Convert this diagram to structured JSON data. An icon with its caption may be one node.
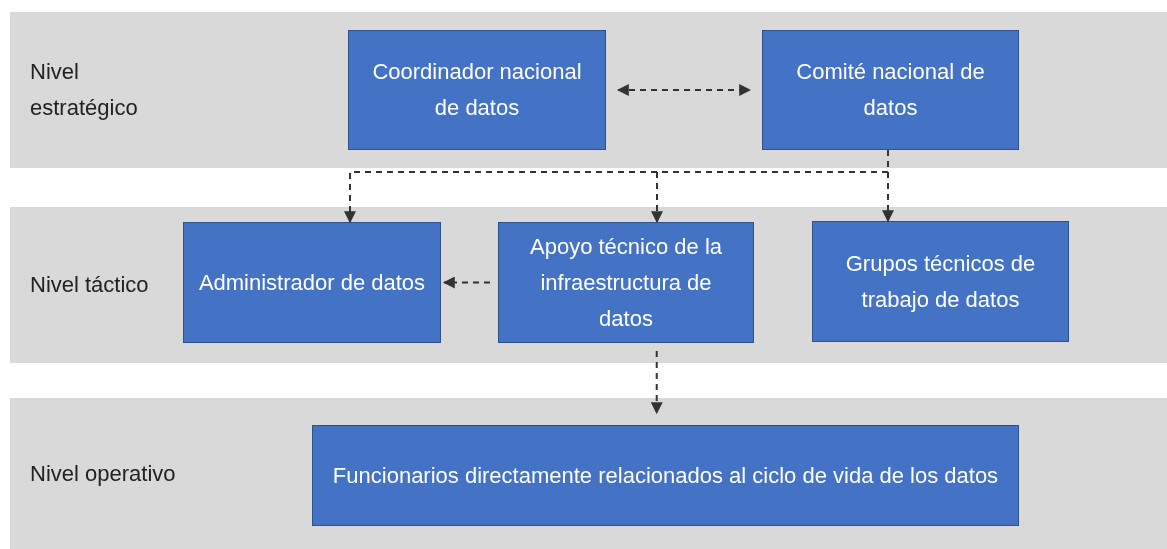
{
  "diagram": {
    "nodes": [
      {
        "text": [
          "Nivel estratégico"
        ]
      },
      {
        "text": [
          "Coordinador nacional de datos"
        ],
        "in": 0
      },
      {
        "text": [
          "Comité nacional de datos"
        ],
        "in": 0
      },
      {
        "text": [
          "Nivel táctico"
        ]
      },
      {
        "text": [
          "Administrador de datos"
        ],
        "in": 3
      },
      {
        "text": [
          "Apoyo técnico de la infraestructura de datos"
        ],
        "in": 3
      },
      {
        "text": [
          "Grupos técnicos de trabajo de datos"
        ],
        "in": 3
      },
      {
        "text": [
          "Nivel operativo"
        ]
      },
      {
        "text": [
          "Funcionarios directamente relacionados al ciclo de vida de los datos"
        ],
        "in": 7
      }
    ],
    "edges": [
      {
        "from": 1,
        "to": 2,
        "arrow": "both",
        "style": "dashed"
      },
      {
        "from": 2,
        "to": 4,
        "arrow": "to",
        "style": "dashed"
      },
      {
        "from": 2,
        "to": 5,
        "arrow": "to",
        "style": "dashed"
      },
      {
        "from": 2,
        "to": 6,
        "arrow": "to",
        "style": "dashed"
      },
      {
        "from": 5,
        "to": 4,
        "arrow": "to",
        "style": "dashed"
      },
      {
        "from": 5,
        "to": 8,
        "arrow": "to",
        "style": "dashed"
      }
    ]
  }
}
